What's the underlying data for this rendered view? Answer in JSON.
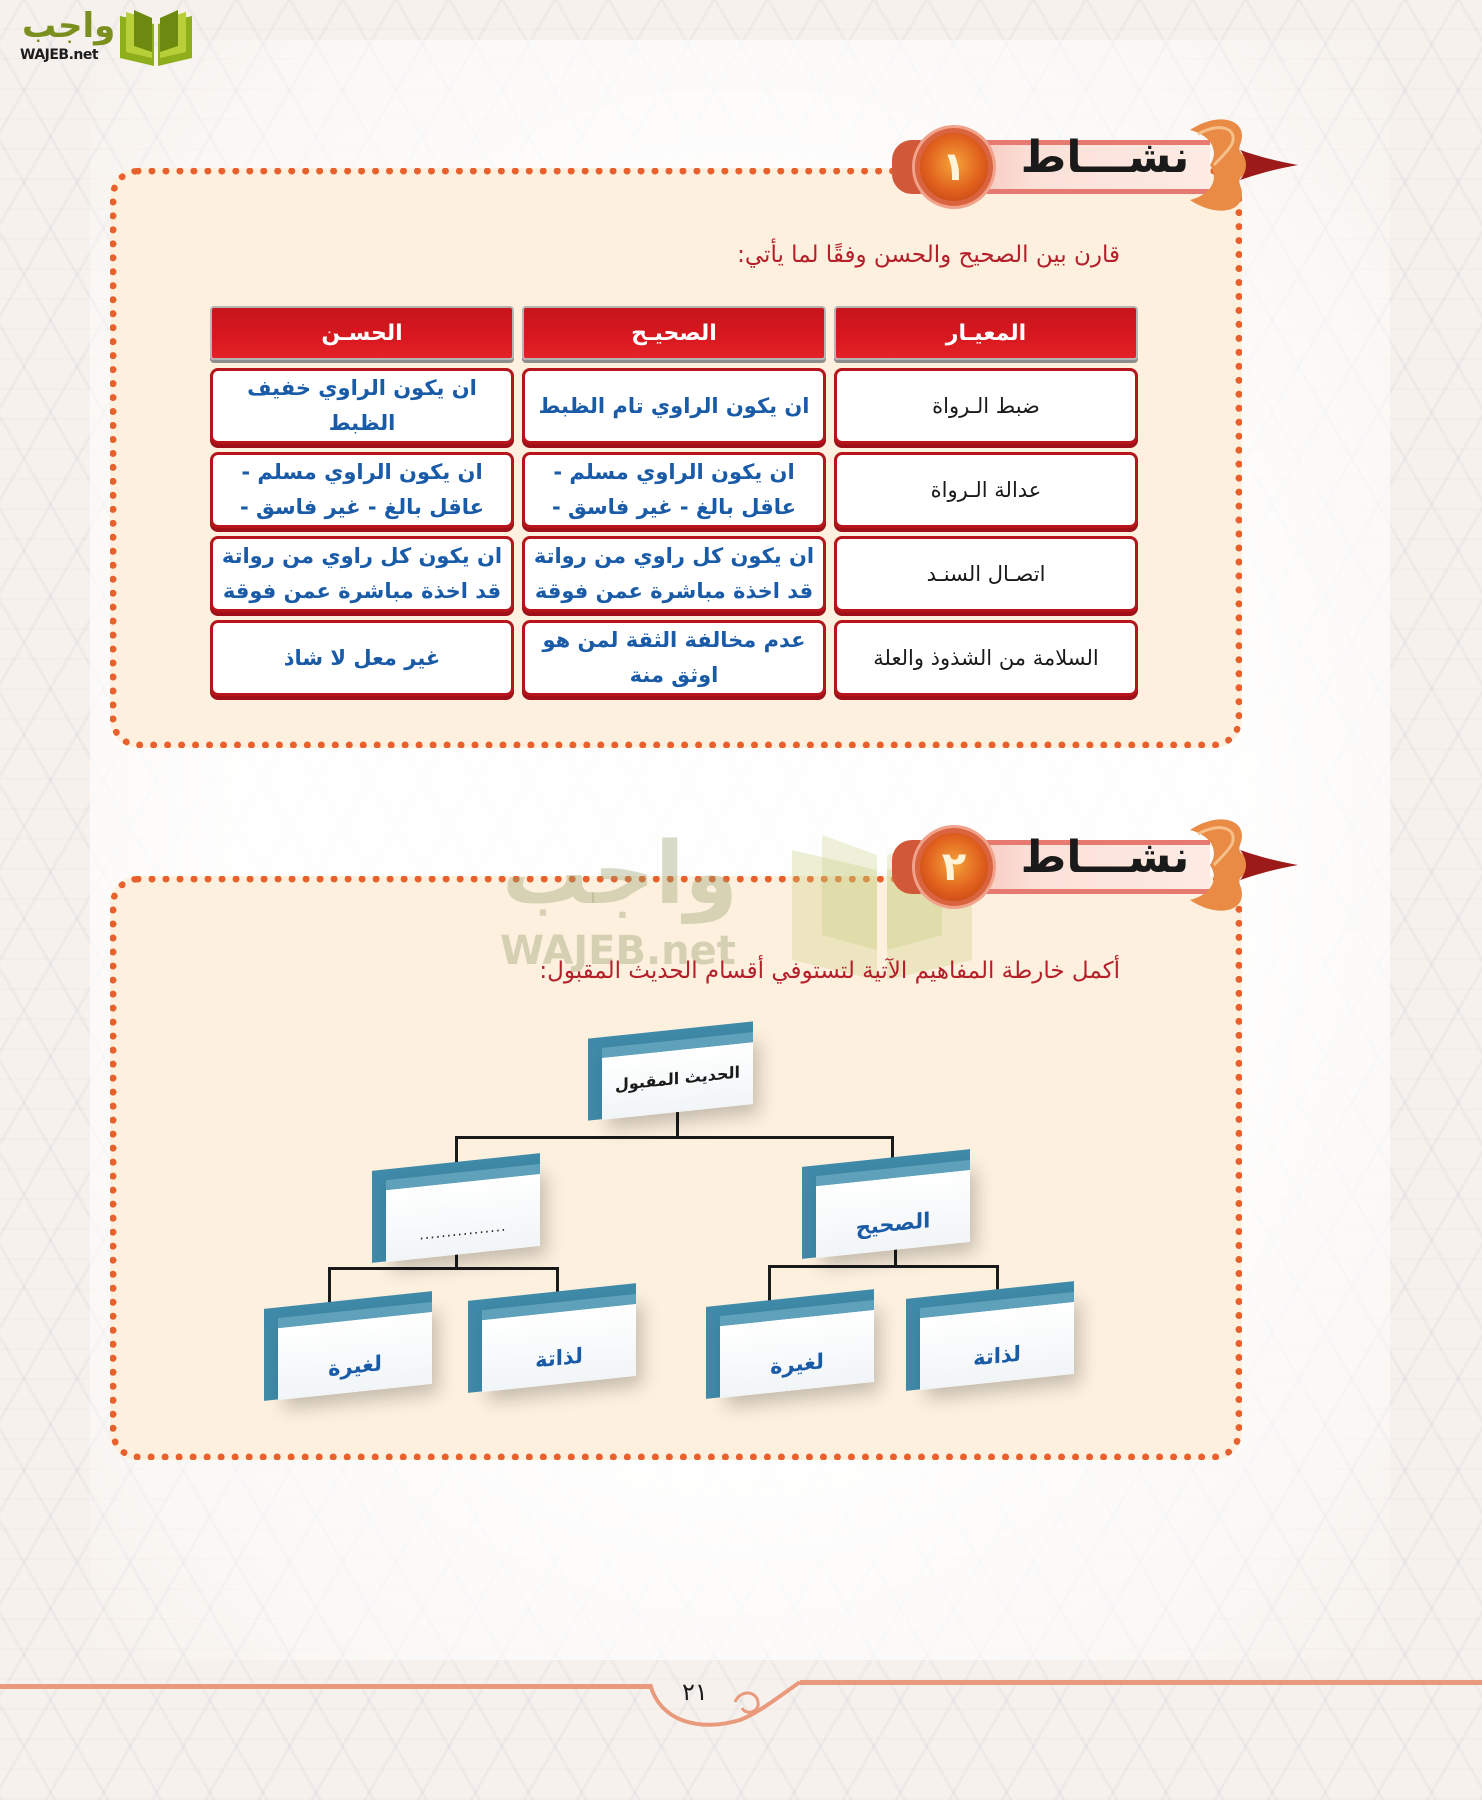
{
  "logo": {
    "arabic": "واجب",
    "latin": "WAJEB",
    "suffix": ".net",
    "icon": "open-book-icon"
  },
  "activity1": {
    "header_title": "نشـــاط",
    "number": "١",
    "instruction": "قارن بين الصحيح والحسن وفقًا لما يأتي:",
    "table": {
      "headers": [
        "المعيـار",
        "الصحيـح",
        "الحسـن"
      ],
      "rows": [
        {
          "criterion": "ضبط الـرواة",
          "sahih": "ان يكون الراوي تام الظبط",
          "hasan": "ان يكون الراوي خفيف الظبط"
        },
        {
          "criterion": "عدالة الـرواة",
          "sahih": "ان يكون الراوي مسلم - عاقل بالغ - غير فاسق -",
          "hasan": "ان يكون الراوي مسلم - عاقل بالغ - غير فاسق -"
        },
        {
          "criterion": "اتصـال السنـد",
          "sahih": "ان يكون كل راوي من رواتة قد اخذة مباشرة عمن فوقة",
          "hasan": "ان يكون كل راوي من رواتة قد اخذة مباشرة عمن فوقة"
        },
        {
          "criterion": "السلامة من الشذوذ والعلة",
          "sahih": "عدم مخالفة الثقة لمن هو اوثق منة",
          "hasan": "غير معل لا شاذ"
        }
      ]
    }
  },
  "activity2": {
    "header_title": "نشـــاط",
    "number": "٢",
    "instruction": "أكمل خارطة المفاهيم الآتية لتستوفي أقسام الحديث المقبول:",
    "concept_map": {
      "root": "الحديث المقبول",
      "right_branch": {
        "answer": "الصحيح",
        "children": [
          {
            "answer": "لذاتة"
          },
          {
            "answer": "لغيرة"
          }
        ]
      },
      "left_branch": {
        "answer": "",
        "children": [
          {
            "answer": "لذاتة"
          },
          {
            "answer": "لغيرة"
          }
        ]
      },
      "dots": "................"
    }
  },
  "watermark": {
    "arabic": "واجب",
    "latin": "WAJEB.net"
  },
  "footer": {
    "page_number": "٢١"
  },
  "colors": {
    "panel_bg": "#fdf0de",
    "dot_border": "#e8602c",
    "header_red": "#d8181f",
    "answer_blue": "#1a5ba8",
    "instruction_red": "#b41f2a",
    "box_side": "#3f8aa8"
  }
}
